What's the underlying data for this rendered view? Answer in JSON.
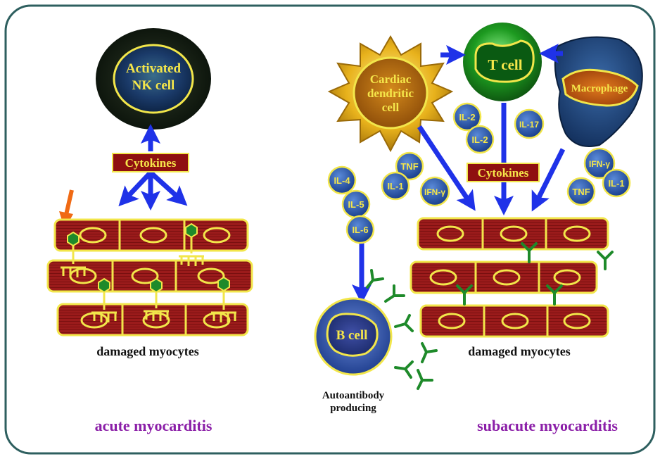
{
  "left_panel": {
    "nk_cell": [
      "Activated",
      "NK cell"
    ],
    "cytokines": "Cytokines",
    "myocytes_label": "damaged myocytes",
    "title": "acute myocarditis"
  },
  "right_panel": {
    "dendritic_cell": [
      "Cardiac",
      "dendritic",
      "cell"
    ],
    "t_cell": "T cell",
    "macrophage": "Macrophage",
    "cytokines": "Cytokines",
    "b_cell": "B cell",
    "b_cell_caption": [
      "Autoantibody",
      "producing"
    ],
    "myocytes_label": "damaged myocytes",
    "title": "subacute myocarditis",
    "molecules": {
      "il2_a": "IL-2",
      "il2_b": "IL-2",
      "il17": "IL-17",
      "tnf_a": "TNF",
      "il1_a": "IL-1",
      "ifn_a": "IFN-γ",
      "il4": "IL-4",
      "il5": "IL-5",
      "il6": "IL-6",
      "ifn_b": "IFN-γ",
      "tnf_b": "TNF",
      "il1_b": "IL-1"
    }
  },
  "colors": {
    "frame": "#2e5f5f",
    "myocyte_fill": "#9b1b1b",
    "myocyte_border": "#f2e64a",
    "arrow": "#1f32e8",
    "title_purple": "#8b1fa8",
    "label_box": "#8f1010",
    "label_text": "#f5e64a"
  }
}
